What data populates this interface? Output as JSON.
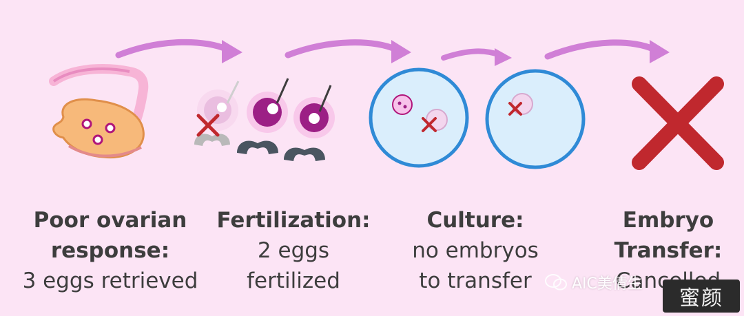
{
  "stages": [
    {
      "title_lines": [
        "Poor ovarian",
        "response:"
      ],
      "desc_lines": [
        "3 eggs retrieved"
      ]
    },
    {
      "title_lines": [
        "Fertilization:"
      ],
      "desc_lines": [
        "2 eggs",
        "fertilized"
      ]
    },
    {
      "title_lines": [
        "Culture:"
      ],
      "desc_lines": [
        "no embryos",
        "to transfer"
      ]
    },
    {
      "title_lines": [
        "Embryo",
        "Transfer:"
      ],
      "desc_lines": [
        "Cancelled"
      ]
    }
  ],
  "watermark": {
    "text": "AIC美倩生",
    "seal": "蜜颜"
  },
  "colors": {
    "background": "#fce4f5",
    "arrow": "#d07fd6",
    "ovary": "#f7b97a",
    "cross": "#c0282e",
    "dish": "#2f8ad6"
  }
}
